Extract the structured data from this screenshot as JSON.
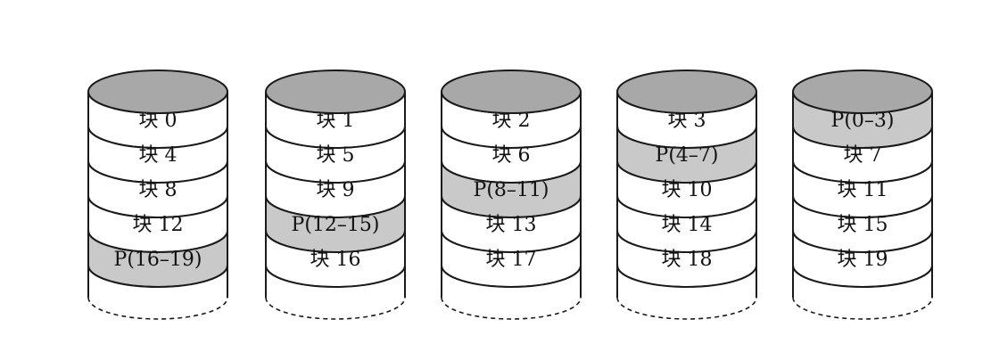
{
  "disks": [
    {
      "blocks": [
        {
          "label": "块 0",
          "parity": false
        },
        {
          "label": "块 4",
          "parity": false
        },
        {
          "label": "块 8",
          "parity": false
        },
        {
          "label": "块 12",
          "parity": false
        },
        {
          "label": "P(16–19)",
          "parity": true
        }
      ]
    },
    {
      "blocks": [
        {
          "label": "块 1",
          "parity": false
        },
        {
          "label": "块 5",
          "parity": false
        },
        {
          "label": "块 9",
          "parity": false
        },
        {
          "label": "P(12–15)",
          "parity": true
        },
        {
          "label": "块 16",
          "parity": false
        }
      ]
    },
    {
      "blocks": [
        {
          "label": "块 2",
          "parity": false
        },
        {
          "label": "块 6",
          "parity": false
        },
        {
          "label": "P(8–11)",
          "parity": true
        },
        {
          "label": "块 13",
          "parity": false
        },
        {
          "label": "块 17",
          "parity": false
        }
      ]
    },
    {
      "blocks": [
        {
          "label": "块 3",
          "parity": false
        },
        {
          "label": "P(4–7)",
          "parity": true
        },
        {
          "label": "块 10",
          "parity": false
        },
        {
          "label": "块 14",
          "parity": false
        },
        {
          "label": "块 18",
          "parity": false
        }
      ]
    },
    {
      "blocks": [
        {
          "label": "P(0–3)",
          "parity": true
        },
        {
          "label": "块 7",
          "parity": false
        },
        {
          "label": "块 11",
          "parity": false
        },
        {
          "label": "块 15",
          "parity": false
        },
        {
          "label": "块 19",
          "parity": false
        }
      ]
    }
  ],
  "colors": {
    "parity_fill": "#c9c9c9",
    "data_fill": "#ffffff",
    "top_fill": "#a8a8a8",
    "stroke": "#1a1a1a"
  }
}
